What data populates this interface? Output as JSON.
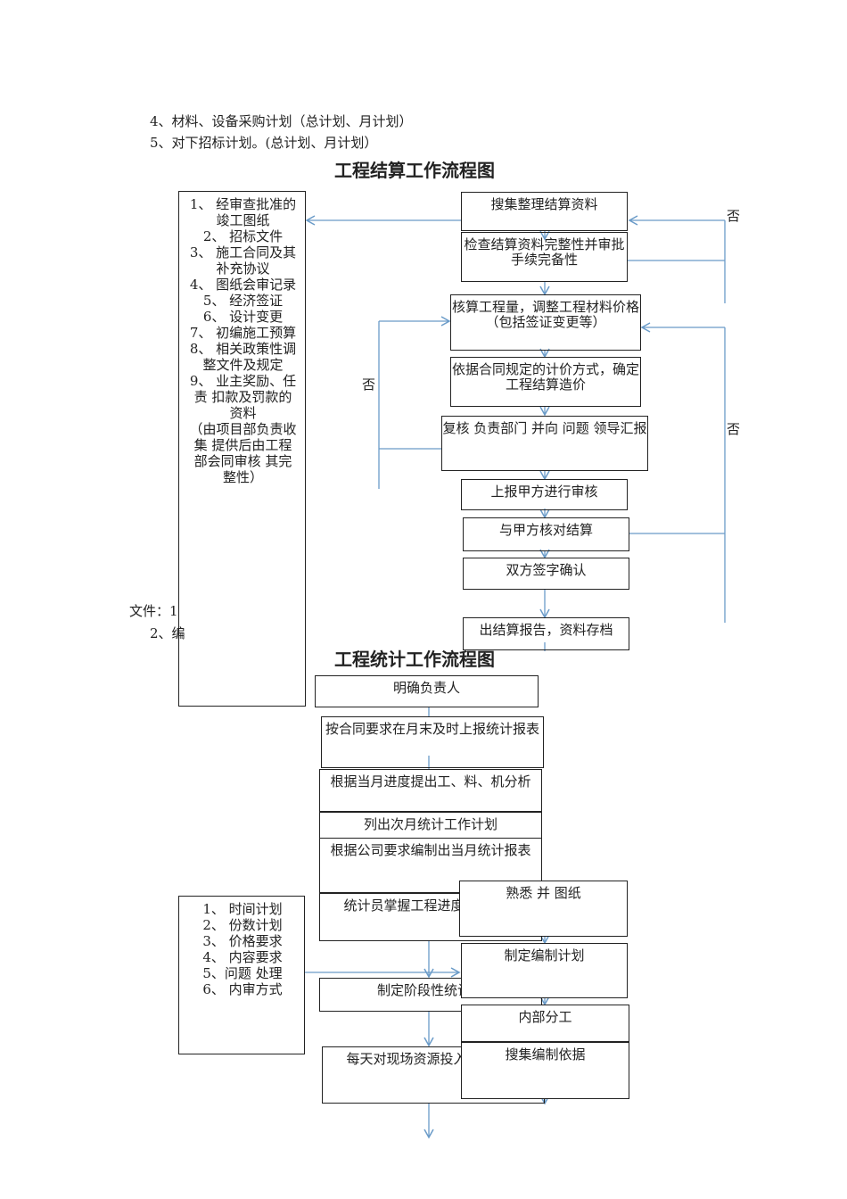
{
  "intro_lines": [
    "4、材料、设备采购计划（总计划、月计划）",
    "5、对下招标计划。(总计划、月计划）"
  ],
  "settlement": {
    "title": "工程结算工作流程图",
    "materials_list": [
      "1、 经审查批准的竣工图纸",
      "2、 招标文件",
      "3、 施工合同及其补充协议",
      "4、 图纸会审记录",
      "5、 经济签证",
      "6、 设计变更",
      "7、 初编施工预算",
      "8、 相关政策性调整文件及规定",
      "9、 业主奖励、任责 扣款及罚款的资料",
      "（由项目部负责收集 提供后由工程部会同审核 其完整性）"
    ],
    "steps": [
      "搜集整理结算资料",
      "检查结算资料完整性并审批手续完备性",
      "核算工程量，调整工程材料价格（包括签证变更等）",
      "依据合同规定的计价方式，确定工程结算造价",
      "复核 负责部门 并向 问题 领导汇报",
      "上报甲方进行审核",
      "与甲方核对结算",
      "双方签字确认",
      "出结算报告，资料存档"
    ],
    "no_label": "否"
  },
  "overlap_fragments": [
    "文件：1",
    "2、编"
  ],
  "statistics": {
    "title": "工程统计工作流程图",
    "steps": [
      "明确负责人",
      "按合同要求在月末及时上报统计报表",
      "根据当月进度提出工、料、机分析",
      "列出次月统计工作计划",
      "根据公司要求编制出当月统计报表",
      "统计员掌握工程进度基本情况",
      "制定阶段性统计工",
      "每天对现场资源投入进度统计"
    ],
    "plan_list": [
      "1、 时间计划",
      "2、 份数计划",
      "3、 价格要求",
      "4、 内容要求",
      "5、问题 处理",
      "6、 内审方式"
    ],
    "right_steps": [
      "熟悉 并 图纸",
      "制定编制计划",
      "内部分工",
      "搜集编制依据"
    ]
  },
  "colors": {
    "arrow": "#6a9bc8",
    "border": "#222222"
  }
}
